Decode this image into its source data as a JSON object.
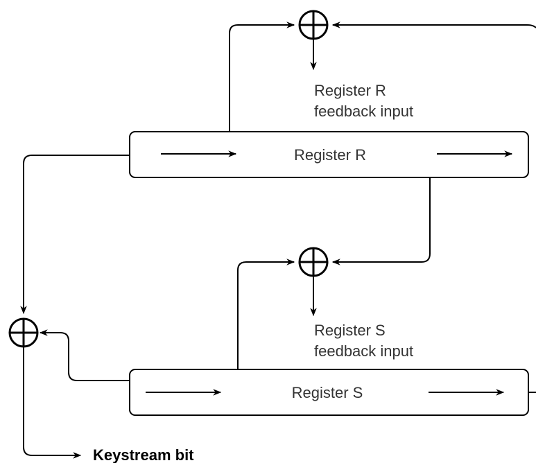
{
  "registers": [
    {
      "id": "r",
      "label": "Register R"
    },
    {
      "id": "s",
      "label": "Register S"
    }
  ],
  "feedback_labels": {
    "r": [
      "Register R",
      "feedback input"
    ],
    "s": [
      "Register S",
      "feedback input"
    ]
  },
  "output_label": "Keystream bit",
  "colors": {
    "line": "#000000",
    "text": "#333333",
    "background": "#ffffff"
  }
}
